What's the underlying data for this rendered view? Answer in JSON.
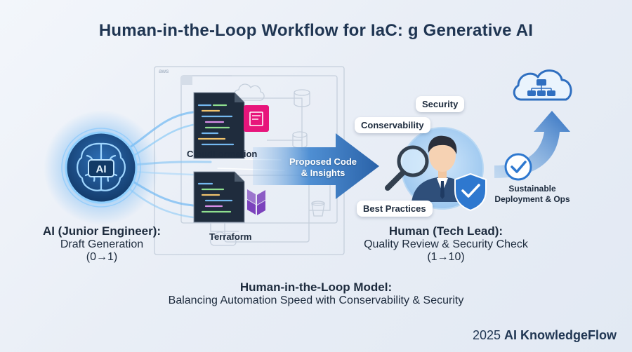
{
  "title": "Human-in-the-Loop Workflow for IaC: g Generative AI",
  "ai_node": {
    "badge": "AI",
    "role": "AI (Junior Engineer):",
    "task": "Draft Generation",
    "range": "(0→1)"
  },
  "diagram": {
    "cloud_tag": "aws",
    "tools": [
      {
        "name": "CloudFormation",
        "icon": "cloudformation-icon",
        "color": "#e7157b"
      },
      {
        "name": "Terraform",
        "icon": "terraform-icon",
        "color": "#7b42bc"
      }
    ],
    "arrow_label_line1": "Proposed Code",
    "arrow_label_line2": "& Insights"
  },
  "human_node": {
    "role": "Human (Tech Lead):",
    "task": "Quality Review & Security Check",
    "range": "(1→10)",
    "tags": [
      "Security",
      "Conservability",
      "Best Practices"
    ]
  },
  "outcome": {
    "line1": "Sustainable",
    "line2": "Deployment & Ops"
  },
  "model": {
    "title": "Human-in-the-Loop Model:",
    "subtitle": "Balancing Automation Speed with Conservability & Security"
  },
  "brand": {
    "year": "2025",
    "name": "AI KnowledgeFlow"
  },
  "colors": {
    "navy": "#1f3552",
    "ai_blue": "#2b7fd6",
    "arrow_blue": "#2f6fb8",
    "shield_blue": "#2e78cf"
  }
}
